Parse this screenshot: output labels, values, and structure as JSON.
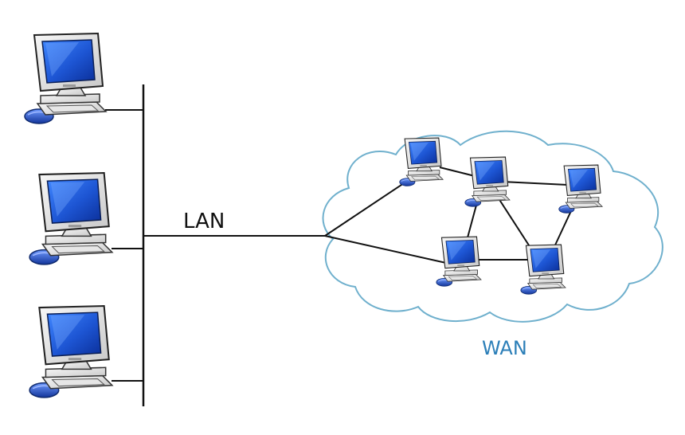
{
  "labels": {
    "lan": "LAN",
    "wan": "WAN"
  },
  "icons": {
    "workstation": "computer-icon"
  },
  "colors": {
    "screen": "#1f5fd6",
    "cloud_stroke": "#5aa7c8",
    "cloud_fill": "#ffffff",
    "wan_text": "#2c7fb8",
    "link": "#111111"
  },
  "wan": {
    "links": [
      [
        "gateway",
        "w1"
      ],
      [
        "gateway",
        "w4"
      ],
      [
        "w1",
        "w2"
      ],
      [
        "w2",
        "w3"
      ],
      [
        "w2",
        "w4"
      ],
      [
        "w2",
        "w5"
      ],
      [
        "w3",
        "w5"
      ],
      [
        "w4",
        "w5"
      ]
    ]
  }
}
